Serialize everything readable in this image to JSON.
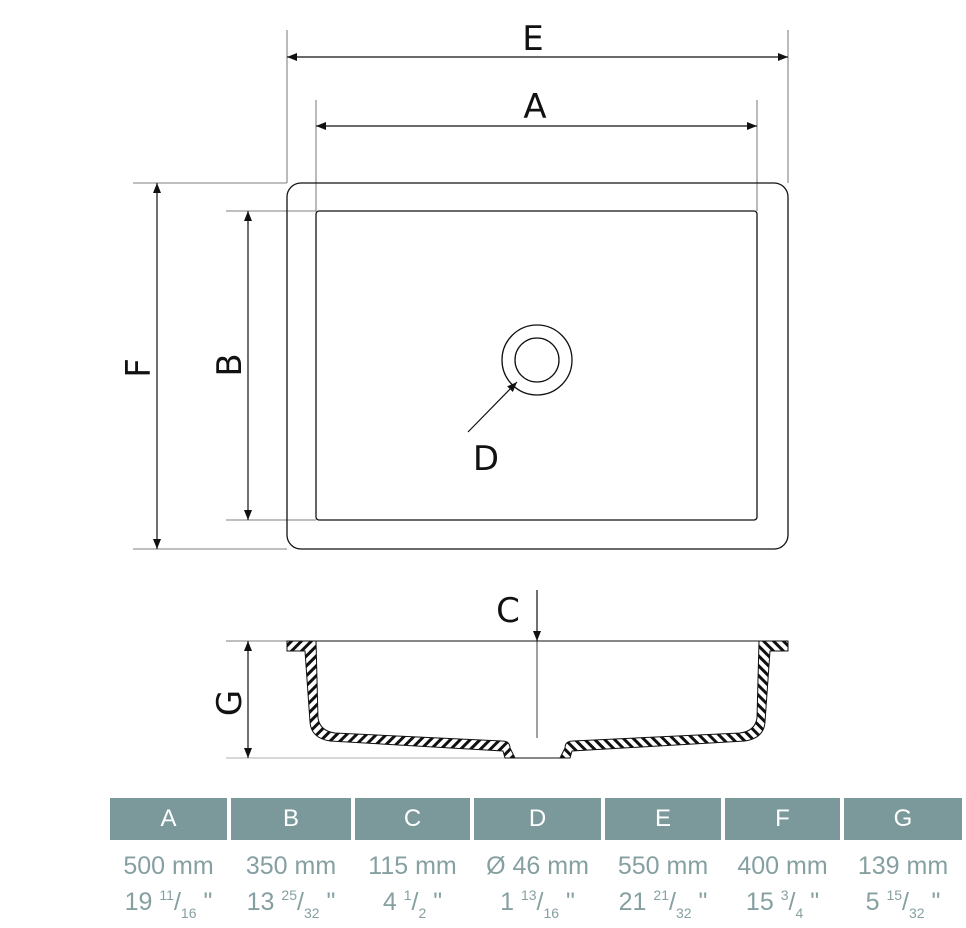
{
  "drawing": {
    "labels": {
      "A": "A",
      "B": "B",
      "C": "C",
      "D": "D",
      "E": "E",
      "F": "F",
      "G": "G"
    }
  },
  "table": {
    "columns": [
      {
        "header": "A",
        "mm": "500 mm",
        "whole": "19",
        "num": "11",
        "den": "16",
        "unit": "\""
      },
      {
        "header": "B",
        "mm": "350 mm",
        "whole": "13",
        "num": "25",
        "den": "32",
        "unit": "\""
      },
      {
        "header": "C",
        "mm": "115 mm",
        "whole": "4",
        "num": "1",
        "den": "2",
        "unit": "\""
      },
      {
        "header": "D",
        "mm": "Ø 46 mm",
        "whole": "1",
        "num": "13",
        "den": "16",
        "unit": "\""
      },
      {
        "header": "E",
        "mm": "550 mm",
        "whole": "21",
        "num": "21",
        "den": "32",
        "unit": "\""
      },
      {
        "header": "F",
        "mm": "400 mm",
        "whole": "15",
        "num": "3",
        "den": "4",
        "unit": "\""
      },
      {
        "header": "G",
        "mm": "139 mm",
        "whole": "5",
        "num": "15",
        "den": "32",
        "unit": "\""
      }
    ]
  },
  "colors": {
    "header_bg": "#7b999b",
    "value_text": "#86a0a2"
  }
}
